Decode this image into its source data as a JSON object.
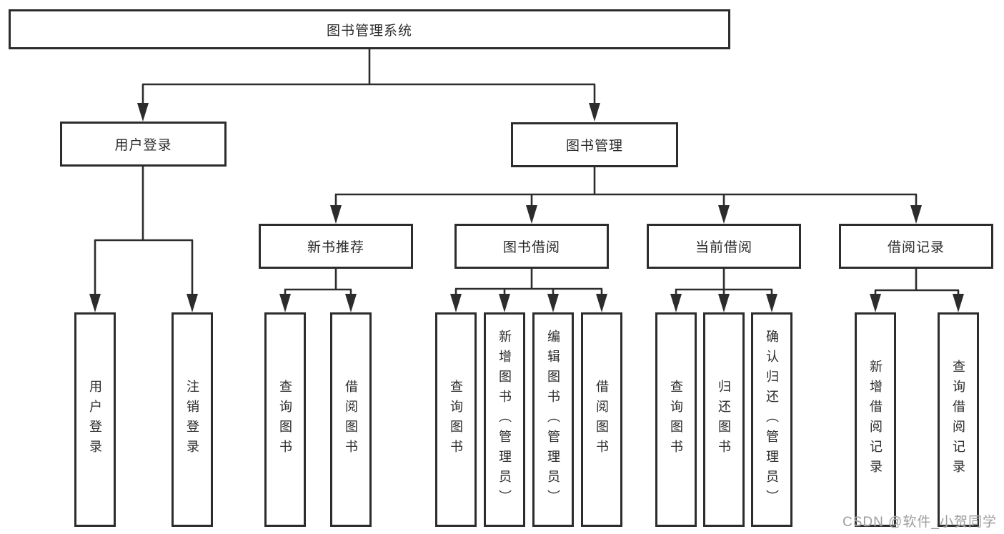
{
  "tree": {
    "label": "图书管理系统",
    "children": [
      {
        "label": "用户登录",
        "children": [
          {
            "label": "用户登录"
          },
          {
            "label": "注销登录"
          }
        ]
      },
      {
        "label": "图书管理",
        "children": [
          {
            "label": "新书推荐",
            "children": [
              {
                "label": "查询图书"
              },
              {
                "label": "借阅图书"
              }
            ]
          },
          {
            "label": "图书借阅",
            "children": [
              {
                "label": "查询图书"
              },
              {
                "label": "新增图书（管理员）"
              },
              {
                "label": "编辑图书（管理员）"
              },
              {
                "label": "借阅图书"
              }
            ]
          },
          {
            "label": "当前借阅",
            "children": [
              {
                "label": "查询图书"
              },
              {
                "label": "归还图书"
              },
              {
                "label": "确认归还（管理员）"
              }
            ]
          },
          {
            "label": "借阅记录",
            "children": [
              {
                "label": "新增借阅记录"
              },
              {
                "label": "查询借阅记录"
              }
            ]
          }
        ]
      }
    ]
  },
  "watermark": {
    "text": "CSDN @软件_小贺同学"
  },
  "colors": {
    "line": "#2c2c2c",
    "text": "#2b2b2b",
    "box_bg": "#ffffff",
    "wm": "#9d9d9d",
    "bg": "#ffffff"
  }
}
